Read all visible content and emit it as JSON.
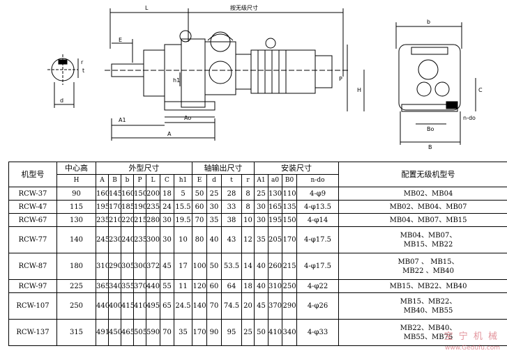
{
  "drawing": {
    "labels": {
      "L": "L",
      "overall_length": "按无级尺寸",
      "E": "E",
      "r": "r",
      "t": "t",
      "d": "d",
      "h1": "h1",
      "A1": "A1",
      "Ao": "Ao",
      "A": "A",
      "P": "P",
      "H": "H",
      "b": "b",
      "C": "C",
      "n_do": "n-do",
      "Bo": "Bo",
      "B": "B"
    }
  },
  "table": {
    "headers": {
      "model": "机型号",
      "center_height": "中心高",
      "outline": "外型尺寸",
      "shaft": "轴输出尺寸",
      "mount": "安装尺寸",
      "variator": "配置无级机型号"
    },
    "sub_headers": [
      "H",
      "A",
      "B",
      "b",
      "P",
      "L",
      "C",
      "h1",
      "E",
      "d",
      "t",
      "r",
      "A1",
      "a0",
      "B0",
      "n-do"
    ],
    "rows": [
      {
        "model": "RCW-37",
        "cells": [
          "90",
          "160",
          "145",
          "160",
          "150",
          "200",
          "18",
          "5",
          "50",
          "25",
          "28",
          "8",
          "25",
          "130",
          "110",
          "4-φ9"
        ],
        "variator": [
          "MB02、MB04"
        ]
      },
      {
        "model": "RCW-47",
        "cells": [
          "115",
          "195",
          "170",
          "185",
          "190",
          "235",
          "24",
          "15.5",
          "60",
          "30",
          "33",
          "8",
          "30",
          "165",
          "135",
          "4-φ13.5"
        ],
        "variator": [
          "MB02、MB04、MB07"
        ]
      },
      {
        "model": "RCW-67",
        "cells": [
          "130",
          "235",
          "210",
          "220",
          "215",
          "280",
          "30",
          "19.5",
          "70",
          "35",
          "38",
          "10",
          "30",
          "195",
          "150",
          "4-φ14"
        ],
        "variator": [
          "MB04、MB07、MB15"
        ]
      },
      {
        "model": "RCW-77",
        "cells": [
          "140",
          "245",
          "230",
          "240",
          "235",
          "300",
          "30",
          "10",
          "80",
          "40",
          "43",
          "12",
          "35",
          "205",
          "170",
          "4-φ17.5"
        ],
        "variator": [
          "MB04、MB07、",
          "MB15、MB22"
        ]
      },
      {
        "model": "RCW-87",
        "cells": [
          "180",
          "310",
          "290",
          "305",
          "300",
          "372",
          "45",
          "17",
          "100",
          "50",
          "53.5",
          "14",
          "40",
          "260",
          "215",
          "4-φ17.5"
        ],
        "variator": [
          "MB07 、 MB15、",
          "MB22 、MB40"
        ]
      },
      {
        "model": "RCW-97",
        "cells": [
          "225",
          "365",
          "340",
          "355",
          "370",
          "440",
          "55",
          "11",
          "120",
          "60",
          "64",
          "18",
          "40",
          "310",
          "250",
          "4-φ22"
        ],
        "variator": [
          "MB15、MB22、MB40"
        ]
      },
      {
        "model": "RCW-107",
        "cells": [
          "250",
          "440",
          "400",
          "415",
          "410",
          "495",
          "65",
          "24.5",
          "140",
          "70",
          "74.5",
          "20",
          "45",
          "370",
          "290",
          "4-φ26"
        ],
        "variator": [
          "MB15、MB22、",
          "MB40、MB55"
        ]
      },
      {
        "model": "RCW-137",
        "cells": [
          "315",
          "491",
          "450",
          "465",
          "505",
          "590",
          "70",
          "35",
          "170",
          "90",
          "95",
          "25",
          "50",
          "410",
          "340",
          "4-φ33"
        ],
        "variator": [
          "MB22、MB40、",
          "MB55、MB75"
        ]
      }
    ]
  },
  "watermark": {
    "text": "宝 宁 机 械",
    "url": "www.Gedufu.com"
  }
}
